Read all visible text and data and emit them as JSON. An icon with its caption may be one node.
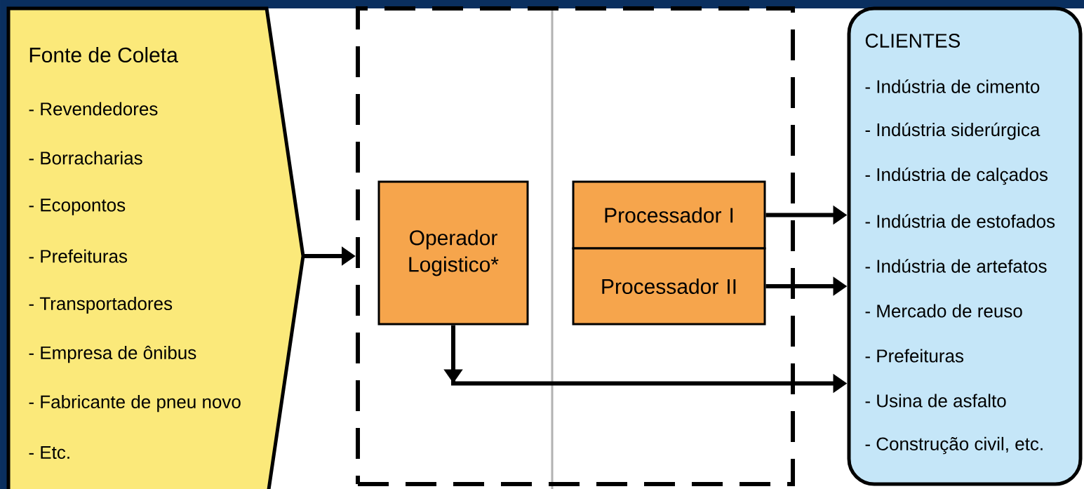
{
  "diagram": {
    "nodes": [
      {
        "text": [
          "Fonte de Coleta",
          "- Revendedores",
          "- Borracharias",
          "- Ecopontos",
          "- Prefeituras",
          "- Transportadores",
          "- Empresa de ônibus",
          "- Fabricante de pneu novo",
          "- Etc."
        ]
      },
      {
        "text": [],
        "shape": "box"
      },
      {
        "text": [
          "Operador Logistico*"
        ],
        "in": 1
      },
      {
        "text": [
          "Processador I"
        ],
        "in": 1
      },
      {
        "text": [
          "Processador II"
        ],
        "in": 1
      },
      {
        "text": [
          "CLIENTES",
          "- Indústria de cimento",
          "- Indústria siderúrgica",
          "- Indústria de calçados",
          "- Indústria de estofados",
          "- Indústria de artefatos",
          "- Mercado de reuso",
          "- Prefeituras",
          "- Usina de asfalto",
          "- Construção civil, etc."
        ]
      }
    ],
    "edges": [
      {
        "from": 0,
        "to": 1,
        "arrow": "to"
      },
      {
        "from": 3,
        "to": 5,
        "arrow": "to"
      },
      {
        "from": 4,
        "to": 5,
        "arrow": "to"
      },
      {
        "from": 2,
        "to": 5,
        "arrow": "to"
      }
    ]
  }
}
